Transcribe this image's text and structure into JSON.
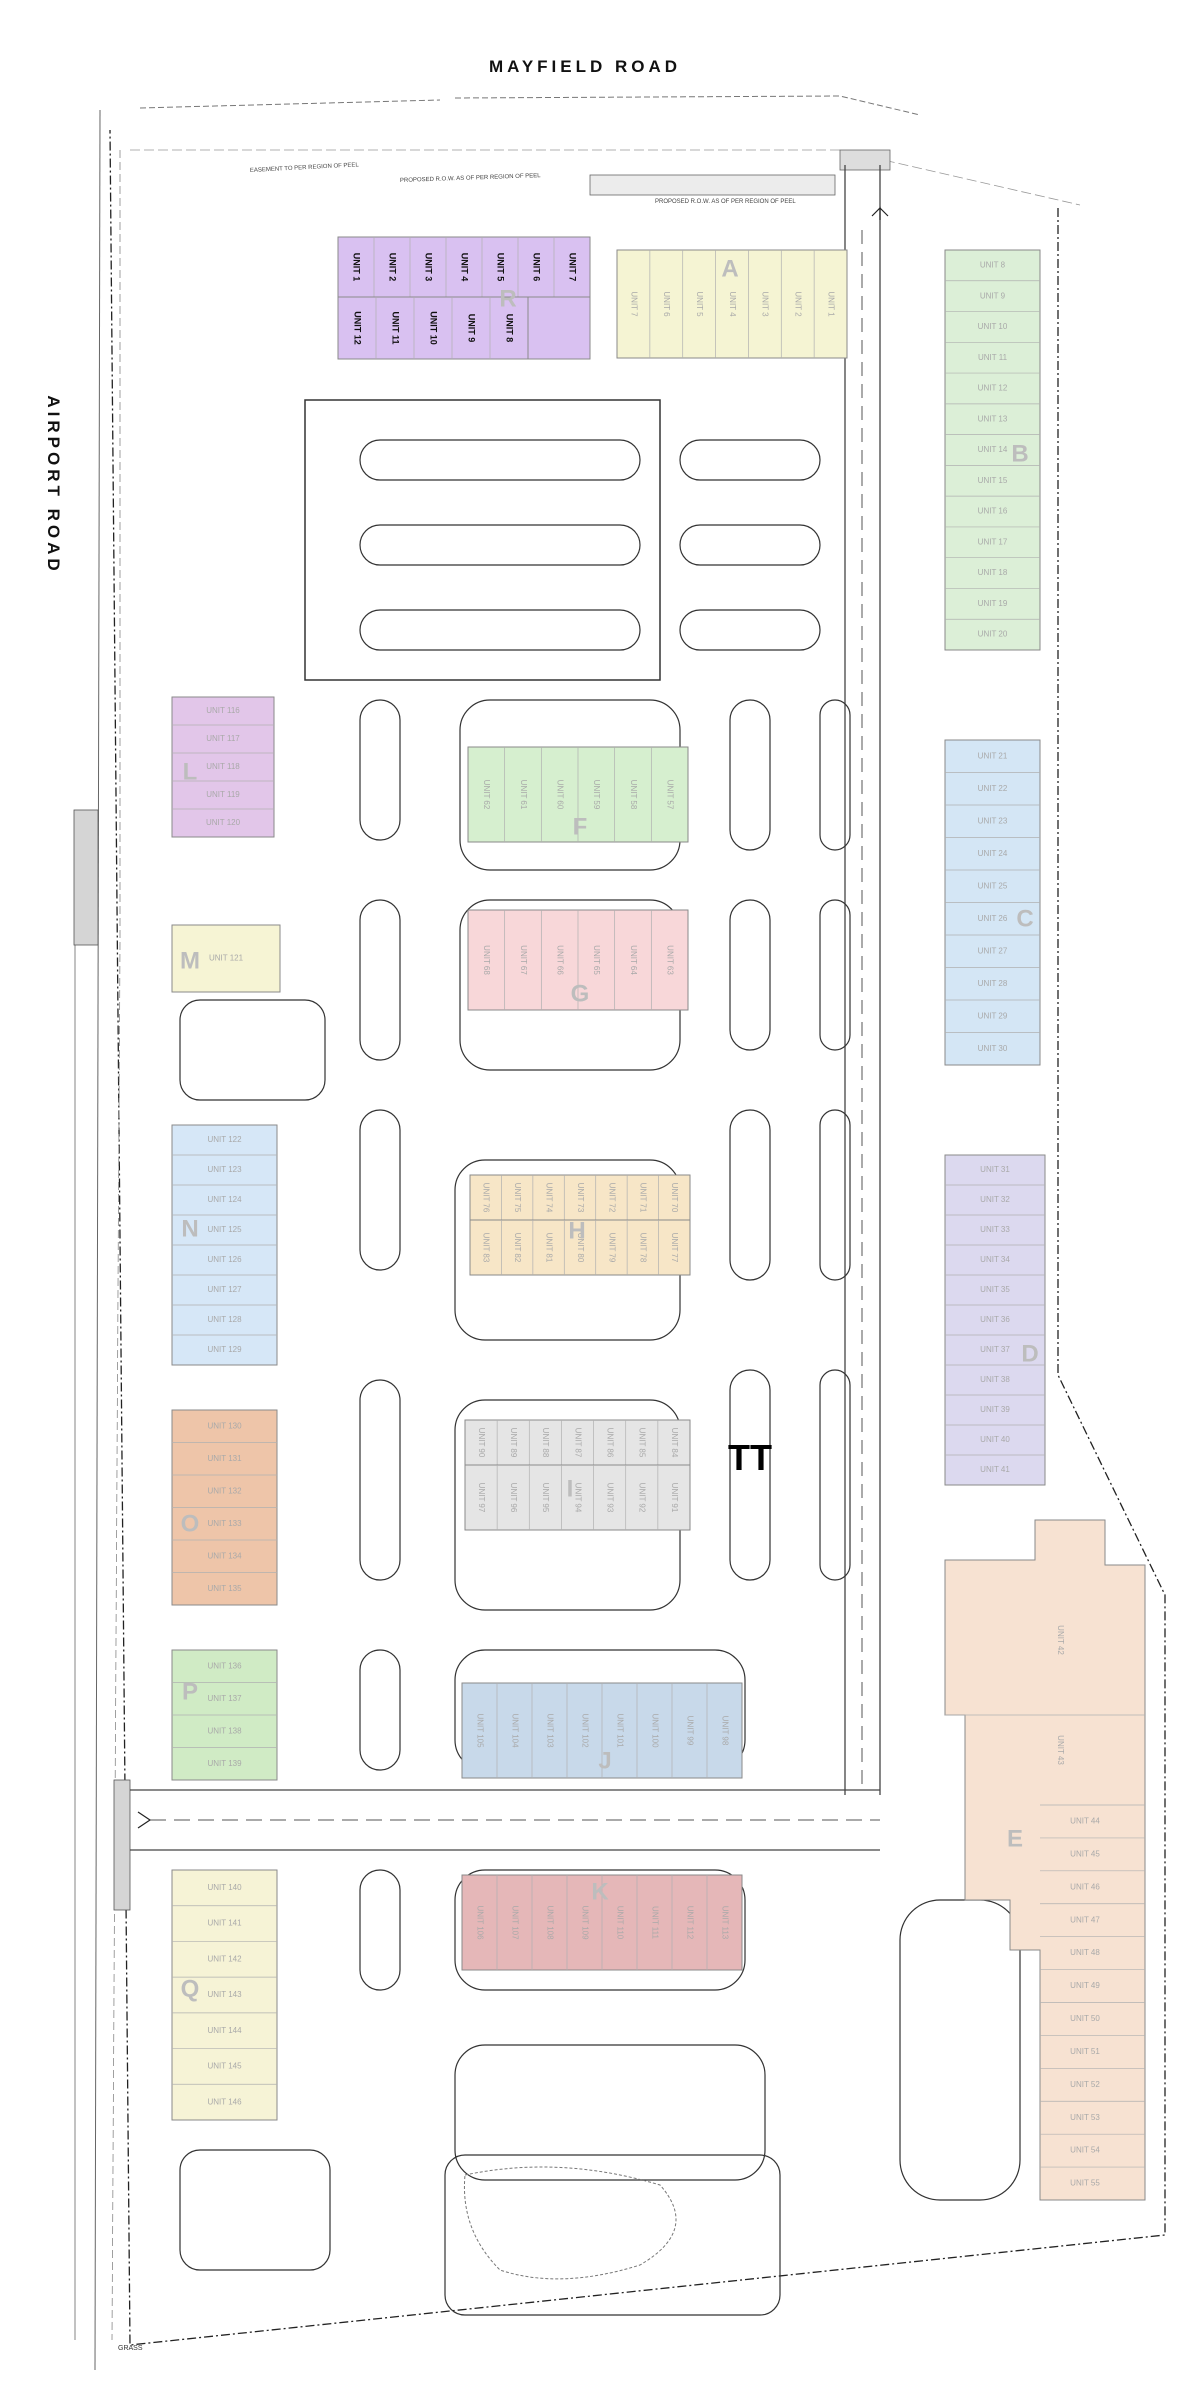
{
  "roads": {
    "north": "MAYFIELD ROAD",
    "west": "AIRPORT ROAD"
  },
  "notes": {
    "easement": "EASEMENT TO PER REGION OF PEEL",
    "row1": "PROPOSED R.O.W. AS OF PER REGION OF PEEL",
    "row2": "PROPOSED R.O.W. AS OF PER REGION OF PEEL",
    "grass": "GRASS"
  },
  "center_label": "TT",
  "colors": {
    "A": "#f5f4d3",
    "B": "#dcefd7",
    "C": "#d4e6f5",
    "D": "#dcd9ef",
    "E": "#f7e2d2",
    "F": "#d6efcf",
    "G": "#f8d7d9",
    "H": "#f7e6c7",
    "I": "#e5e5e5",
    "J": "#c8d9ea",
    "K": "#e5b7b8",
    "L": "#e2c6e9",
    "M": "#f6f4d4",
    "N": "#d6e7f7",
    "O": "#eec5a9",
    "P": "#d0ebc5",
    "Q": "#f6f3d6",
    "R": "#d9c1f1"
  },
  "buildings": {
    "R": {
      "letter": "R",
      "top": [
        "UNIT 1",
        "UNIT 2",
        "UNIT 3",
        "UNIT 4",
        "UNIT 5",
        "UNIT 6",
        "UNIT 7"
      ],
      "bottom": [
        "UNIT 12",
        "UNIT 11",
        "UNIT 10",
        "UNIT 9",
        "UNIT 8"
      ]
    },
    "A": {
      "letter": "A",
      "units": [
        "UNIT 7",
        "UNIT 6",
        "UNIT 5",
        "UNIT 4",
        "UNIT 3",
        "UNIT 2",
        "UNIT 1"
      ]
    },
    "B": {
      "letter": "B",
      "units": [
        "UNIT 8",
        "UNIT 9",
        "UNIT 10",
        "UNIT 11",
        "UNIT 12",
        "UNIT 13",
        "UNIT 14",
        "UNIT 15",
        "UNIT 16",
        "UNIT 17",
        "UNIT 18",
        "UNIT 19",
        "UNIT 20"
      ]
    },
    "C": {
      "letter": "C",
      "units": [
        "UNIT 21",
        "UNIT 22",
        "UNIT 23",
        "UNIT 24",
        "UNIT 25",
        "UNIT 26",
        "UNIT 27",
        "UNIT 28",
        "UNIT 29",
        "UNIT 30"
      ]
    },
    "D": {
      "letter": "D",
      "units": [
        "UNIT 31",
        "UNIT 32",
        "UNIT 33",
        "UNIT 34",
        "UNIT 35",
        "UNIT 36",
        "UNIT 37",
        "UNIT 38",
        "UNIT 39",
        "UNIT 40",
        "UNIT 41"
      ]
    },
    "E": {
      "letter": "E",
      "big": [
        "UNIT 42",
        "UNIT 43"
      ],
      "units": [
        "UNIT 44",
        "UNIT 45",
        "UNIT 46",
        "UNIT 47",
        "UNIT 48",
        "UNIT 49",
        "UNIT 50",
        "UNIT 51",
        "UNIT 52",
        "UNIT 53",
        "UNIT 54",
        "UNIT 55"
      ]
    },
    "F": {
      "letter": "F",
      "units": [
        "UNIT 62",
        "UNIT 61",
        "UNIT 60",
        "UNIT 59",
        "UNIT 58",
        "UNIT 57"
      ]
    },
    "G": {
      "letter": "G",
      "units": [
        "UNIT 68",
        "UNIT 67",
        "UNIT 66",
        "UNIT 65",
        "UNIT 64",
        "UNIT 63"
      ]
    },
    "H": {
      "letter": "H",
      "top": [
        "UNIT 76",
        "UNIT 75",
        "UNIT 74",
        "UNIT 73",
        "UNIT 72",
        "UNIT 71",
        "UNIT 70"
      ],
      "bottom": [
        "UNIT 83",
        "UNIT 82",
        "UNIT 81",
        "UNIT 80",
        "UNIT 79",
        "UNIT 78",
        "UNIT 77"
      ]
    },
    "I": {
      "letter": "I",
      "top": [
        "UNIT 90",
        "UNIT 89",
        "UNIT 88",
        "UNIT 87",
        "UNIT 86",
        "UNIT 85",
        "UNIT 84"
      ],
      "bottom": [
        "UNIT 97",
        "UNIT 96",
        "UNIT 95",
        "UNIT 94",
        "UNIT 93",
        "UNIT 92",
        "UNIT 91"
      ]
    },
    "J": {
      "letter": "J",
      "units": [
        "UNIT 105",
        "UNIT 104",
        "UNIT 103",
        "UNIT 102",
        "UNIT 101",
        "UNIT 100",
        "UNIT 99",
        "UNIT 98"
      ]
    },
    "K": {
      "letter": "K",
      "units": [
        "UNIT 106",
        "UNIT 107",
        "UNIT 108",
        "UNIT 109",
        "UNIT 110",
        "UNIT 111",
        "UNIT 112",
        "UNIT 113"
      ]
    },
    "L": {
      "letter": "L",
      "units": [
        "UNIT 116",
        "UNIT 117",
        "UNIT 118",
        "UNIT 119",
        "UNIT 120"
      ]
    },
    "M": {
      "letter": "M",
      "units": [
        "UNIT 121"
      ]
    },
    "N": {
      "letter": "N",
      "units": [
        "UNIT 122",
        "UNIT 123",
        "UNIT 124",
        "UNIT 125",
        "UNIT 126",
        "UNIT 127",
        "UNIT 128",
        "UNIT 129"
      ]
    },
    "O": {
      "letter": "O",
      "units": [
        "UNIT 130",
        "UNIT 131",
        "UNIT 132",
        "UNIT 133",
        "UNIT 134",
        "UNIT 135"
      ]
    },
    "P": {
      "letter": "P",
      "units": [
        "UNIT 136",
        "UNIT 137",
        "UNIT 138",
        "UNIT 139"
      ]
    },
    "Q": {
      "letter": "Q",
      "units": [
        "UNIT 140",
        "UNIT 141",
        "UNIT 142",
        "UNIT 143",
        "UNIT 144",
        "UNIT 145",
        "UNIT 146"
      ]
    }
  }
}
